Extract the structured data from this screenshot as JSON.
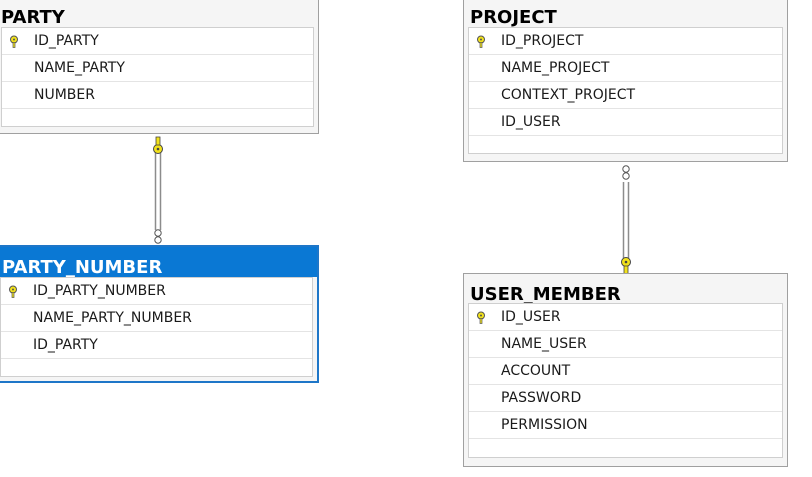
{
  "tables": {
    "party": {
      "name": "PARTY",
      "columns": [
        {
          "name": "ID_PARTY",
          "primary_key": true
        },
        {
          "name": "NAME_PARTY",
          "primary_key": false
        },
        {
          "name": "NUMBER",
          "primary_key": false
        }
      ]
    },
    "party_number": {
      "name": "PARTY_NUMBER",
      "selected": true,
      "columns": [
        {
          "name": "ID_PARTY_NUMBER",
          "primary_key": true
        },
        {
          "name": "NAME_PARTY_NUMBER",
          "primary_key": false
        },
        {
          "name": "ID_PARTY",
          "primary_key": false
        }
      ]
    },
    "project": {
      "name": "PROJECT",
      "columns": [
        {
          "name": "ID_PROJECT",
          "primary_key": true
        },
        {
          "name": "NAME_PROJECT",
          "primary_key": false
        },
        {
          "name": "CONTEXT_PROJECT",
          "primary_key": false
        },
        {
          "name": "ID_USER",
          "primary_key": false
        }
      ]
    },
    "user_member": {
      "name": "USER_MEMBER",
      "columns": [
        {
          "name": "ID_USER",
          "primary_key": true
        },
        {
          "name": "NAME_USER",
          "primary_key": false
        },
        {
          "name": "ACCOUNT",
          "primary_key": false
        },
        {
          "name": "PASSWORD",
          "primary_key": false
        },
        {
          "name": "PERMISSION",
          "primary_key": false
        }
      ]
    }
  },
  "relationships": [
    {
      "from": "PARTY",
      "to": "PARTY_NUMBER",
      "key_end": "PARTY",
      "many_end": "PARTY_NUMBER"
    },
    {
      "from": "PROJECT",
      "to": "USER_MEMBER",
      "key_end": "USER_MEMBER",
      "many_end": "PROJECT"
    }
  ],
  "colors": {
    "selection_blue": "#0a78d4",
    "key_yellow": "#f2e21b",
    "connector_gray": "#8c8c8c"
  }
}
